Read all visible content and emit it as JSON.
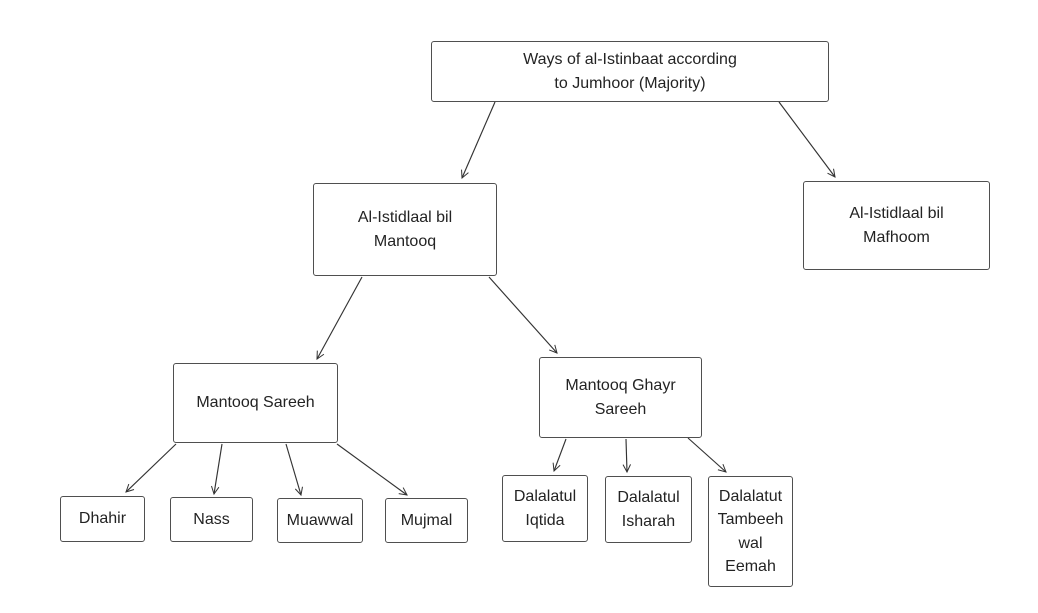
{
  "diagram": {
    "nodes": {
      "root": {
        "label": "Ways of al-Istinbaat according\nto Jumhoor (Majority)"
      },
      "mantooq": {
        "label": "Al-Istidlaal bil\nMantooq"
      },
      "mafhoom": {
        "label": "Al-Istidlaal bil\nMafhoom"
      },
      "mantooq_sareeh": {
        "label": "Mantooq Sareeh"
      },
      "mantooq_ghayr": {
        "label": "Mantooq Ghayr\nSareeh"
      },
      "dhahir": {
        "label": "Dhahir"
      },
      "nass": {
        "label": "Nass"
      },
      "muawwal": {
        "label": "Muawwal"
      },
      "mujmal": {
        "label": "Mujmal"
      },
      "dalalatul_iqtida": {
        "label": "Dalalatul\nIqtida"
      },
      "dalalatul_isharah": {
        "label": "Dalalatul\nIsharah"
      },
      "dalalatut_tambeeh": {
        "label": "Dalalatut\nTambeeh\nwal\nEemah"
      }
    },
    "edges": [
      {
        "from": "root",
        "to": "mantooq"
      },
      {
        "from": "root",
        "to": "mafhoom"
      },
      {
        "from": "mantooq",
        "to": "mantooq_sareeh"
      },
      {
        "from": "mantooq",
        "to": "mantooq_ghayr"
      },
      {
        "from": "mantooq_sareeh",
        "to": "dhahir"
      },
      {
        "from": "mantooq_sareeh",
        "to": "nass"
      },
      {
        "from": "mantooq_sareeh",
        "to": "muawwal"
      },
      {
        "from": "mantooq_sareeh",
        "to": "mujmal"
      },
      {
        "from": "mantooq_ghayr",
        "to": "dalalatul_iqtida"
      },
      {
        "from": "mantooq_ghayr",
        "to": "dalalatul_isharah"
      },
      {
        "from": "mantooq_ghayr",
        "to": "dalalatut_tambeeh"
      }
    ],
    "colors": {
      "background": "#ffffff",
      "box_fill": "#ffffff",
      "box_border": "#4f4f4f",
      "text": "#232323",
      "arrow": "#333333"
    }
  }
}
